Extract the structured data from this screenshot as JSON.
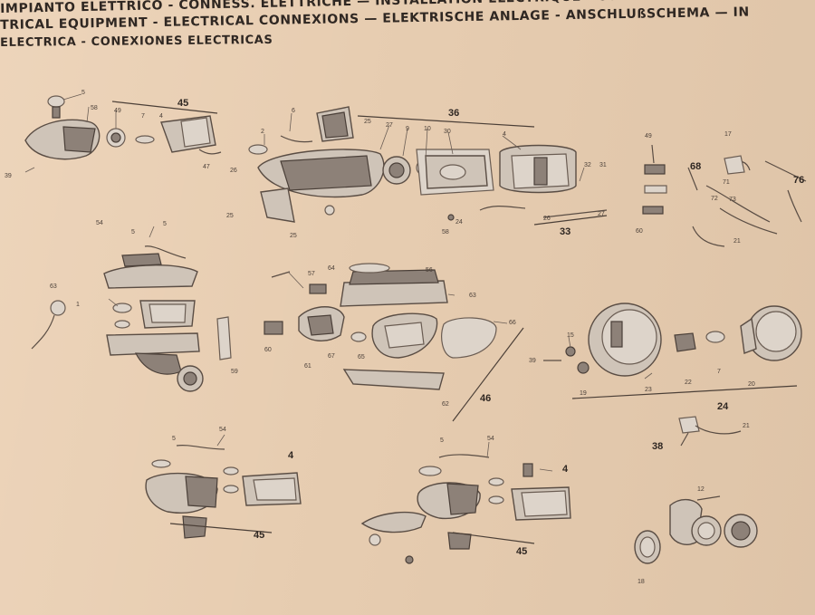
{
  "header": {
    "line1": "IMPIANTO ELETTRICO - CONNESS. ELETTRICHE — INSTALLATION ELECTRIQUE - CONNEXIONS ELECTRIQUES",
    "line2": "TRICAL EQUIPMENT - ELECTRICAL CONNEXIONS — ELEKTRISCHE ANLAGE - ANSCHLUßSCHEMA — IN",
    "line3": "ELECTRICA - CONEXIONES ELECTRICAS"
  },
  "groups": {
    "g45a": "45",
    "g36": "36",
    "g68": "68",
    "g76": "76",
    "g33": "33",
    "g46": "46",
    "g24": "24",
    "g38": "38",
    "g4a": "4",
    "g45b": "45",
    "g4b": "4",
    "g45c": "45"
  },
  "callouts": {
    "c1": "5",
    "c2": "58",
    "c3": "49",
    "c4": "7",
    "c5": "4",
    "c6": "47",
    "c7": "39",
    "c8": "6",
    "c9": "2",
    "c10": "25",
    "c11": "27",
    "c12": "9",
    "c13": "10",
    "c14": "30",
    "c15": "4",
    "c16": "32",
    "c17": "31",
    "c18": "26",
    "c19": "25",
    "c20": "25",
    "c21": "58",
    "c22": "24",
    "c23": "26",
    "c24": "27",
    "c25": "49",
    "c26": "17",
    "c27": "71",
    "c28": "72",
    "c29": "73",
    "c30": "21",
    "c31": "60",
    "c32": "54",
    "c33": "5",
    "c34": "5",
    "c35": "63",
    "c36": "1",
    "c37": "59",
    "c38": "56",
    "c39": "64",
    "c40": "57",
    "c41": "63",
    "c42": "66",
    "c43": "60",
    "c44": "61",
    "c45": "67",
    "c46": "65",
    "c47": "62",
    "c48": "15",
    "c49": "39",
    "c50": "19",
    "c51": "23",
    "c52": "22",
    "c53": "7",
    "c54": "20",
    "c55": "21",
    "c56": "54",
    "c57": "5",
    "c58": "54",
    "c59": "5",
    "c60": "12",
    "c61": "18"
  }
}
